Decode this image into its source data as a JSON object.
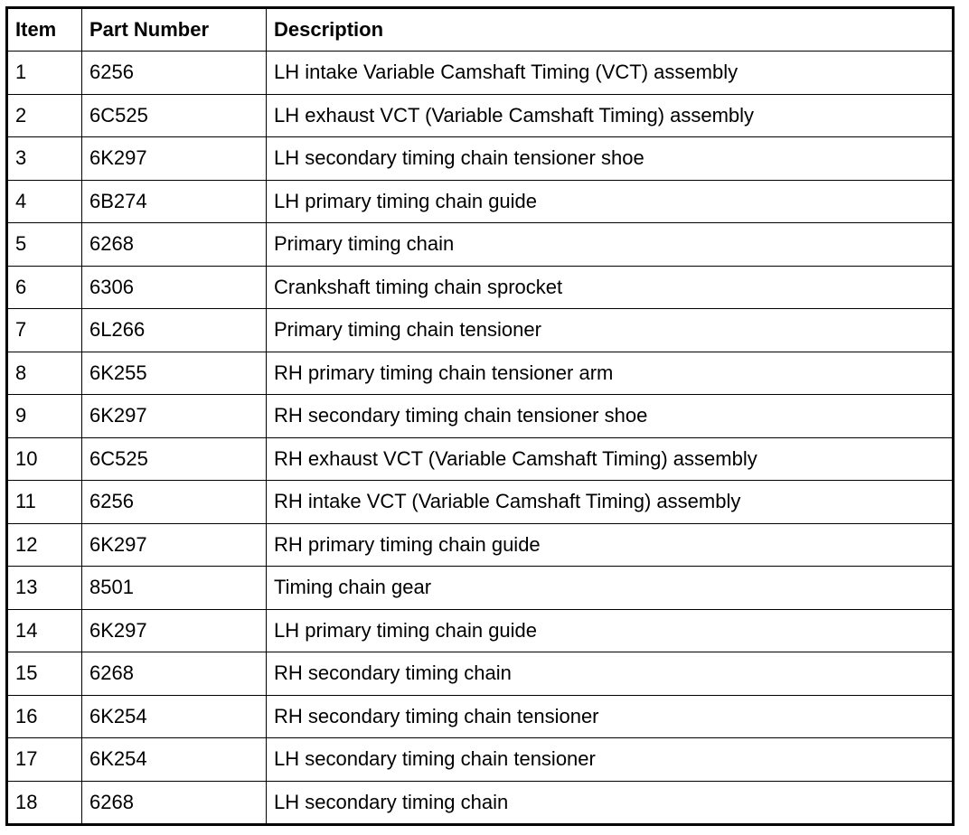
{
  "table": {
    "headers": {
      "item": "Item",
      "part_number": "Part Number",
      "description": "Description"
    },
    "rows": [
      {
        "item": "1",
        "part_number": "6256",
        "description": "LH intake Variable Camshaft Timing (VCT) assembly"
      },
      {
        "item": "2",
        "part_number": "6C525",
        "description": "LH exhaust VCT (Variable Camshaft Timing) assembly"
      },
      {
        "item": "3",
        "part_number": "6K297",
        "description": "LH secondary timing chain tensioner shoe"
      },
      {
        "item": "4",
        "part_number": "6B274",
        "description": "LH primary timing chain guide"
      },
      {
        "item": "5",
        "part_number": "6268",
        "description": "Primary timing chain"
      },
      {
        "item": "6",
        "part_number": "6306",
        "description": "Crankshaft timing chain sprocket"
      },
      {
        "item": "7",
        "part_number": "6L266",
        "description": "Primary timing chain tensioner"
      },
      {
        "item": "8",
        "part_number": "6K255",
        "description": "RH primary timing chain tensioner arm"
      },
      {
        "item": "9",
        "part_number": "6K297",
        "description": "RH secondary timing chain tensioner shoe"
      },
      {
        "item": "10",
        "part_number": "6C525",
        "description": "RH exhaust VCT (Variable Camshaft Timing) assembly"
      },
      {
        "item": "11",
        "part_number": "6256",
        "description": "RH intake VCT (Variable Camshaft Timing) assembly"
      },
      {
        "item": "12",
        "part_number": "6K297",
        "description": "RH primary timing chain guide"
      },
      {
        "item": "13",
        "part_number": "8501",
        "description": "Timing chain gear"
      },
      {
        "item": "14",
        "part_number": "6K297",
        "description": "LH primary timing chain guide"
      },
      {
        "item": "15",
        "part_number": "6268",
        "description": "RH secondary timing chain"
      },
      {
        "item": "16",
        "part_number": "6K254",
        "description": "RH secondary timing chain tensioner"
      },
      {
        "item": "17",
        "part_number": "6K254",
        "description": "LH secondary timing chain tensioner"
      },
      {
        "item": "18",
        "part_number": "6268",
        "description": "LH secondary timing chain"
      }
    ]
  }
}
